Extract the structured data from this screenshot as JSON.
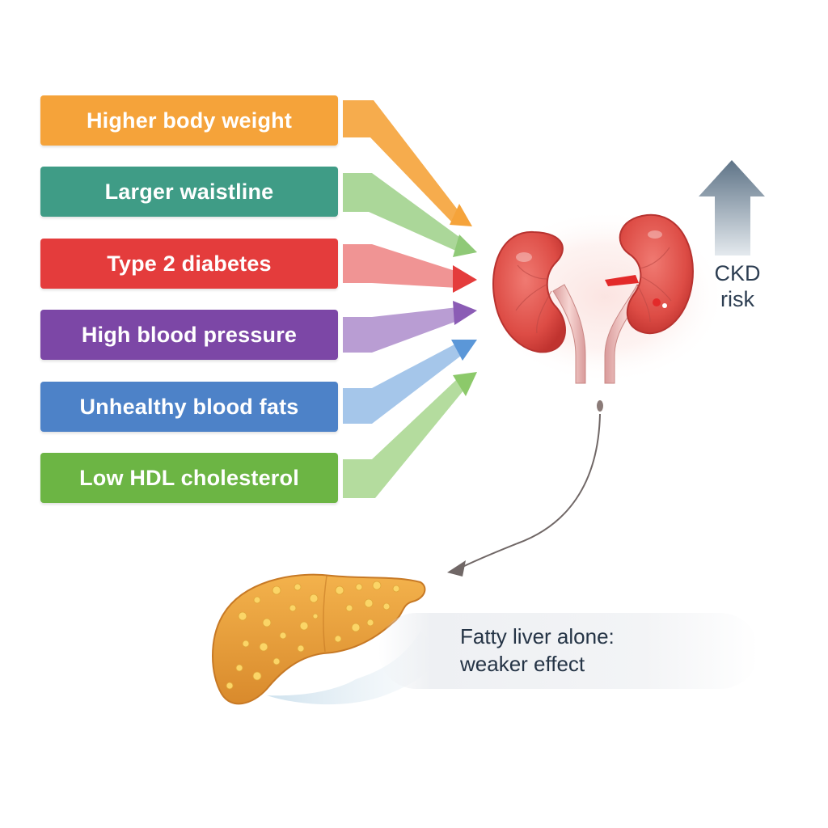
{
  "risk_factors": [
    {
      "label": "Higher body weight",
      "color": "#f5a33a",
      "arrow_color": "#f5a33a"
    },
    {
      "label": "Larger waistline",
      "color": "#3f9c86",
      "arrow_color": "#8fc977"
    },
    {
      "label": "Type 2 diabetes",
      "color": "#e43c3c",
      "arrow_color": "#e43c3c"
    },
    {
      "label": "High blood pressure",
      "color": "#7c47a6",
      "arrow_color": "#8b5cb5"
    },
    {
      "label": "Unhealthy blood fats",
      "color": "#4d82c8",
      "arrow_color": "#5b97d8"
    },
    {
      "label": "Low HDL cholesterol",
      "color": "#6cb544",
      "arrow_color": "#8cc96a"
    }
  ],
  "outcome": {
    "line1": "CKD",
    "line2": "risk",
    "direction": "increase",
    "icon": "up-arrow-icon"
  },
  "organs": {
    "kidneys_icon": "kidneys-icon",
    "liver_icon": "fatty-liver-icon"
  },
  "liver_note": {
    "line1": "Fatty liver alone:",
    "line2": "weaker effect"
  }
}
